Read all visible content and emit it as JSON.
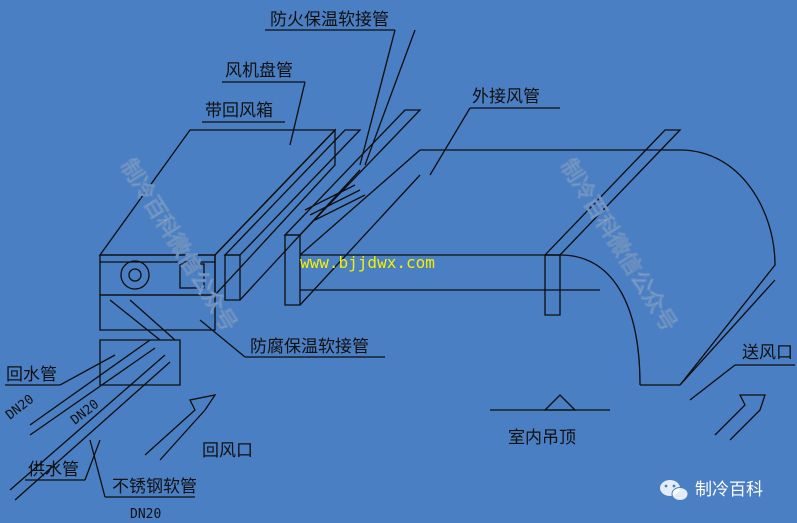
{
  "labels": {
    "fire_hose": "防火保温软接管",
    "fan_coil": "风机盘管",
    "return_box": "带回风箱",
    "external_duct": "外接风管",
    "anticorrosion_hose": "防腐保温软接管",
    "return_pipe": "回水管",
    "supply_pipe": "供水管",
    "dn20_a": "DN20",
    "dn20_b": "DN20",
    "dn20_c": "DN20",
    "return_air_outlet": "回风口",
    "stainless_hose": "不锈钢软管",
    "ceiling": "室内吊顶",
    "supply_air_outlet": "送风口"
  },
  "url": "www.bjjdwx.com",
  "watermark_left": "制冷百科微信公众号",
  "watermark_right": "制冷百科微信公众号",
  "brand": {
    "name": "制冷百科",
    "icon": "wechat-icon"
  },
  "colors": {
    "background": "#4a7fc3",
    "line": "#0d0d0d",
    "url": "#f4f000"
  }
}
